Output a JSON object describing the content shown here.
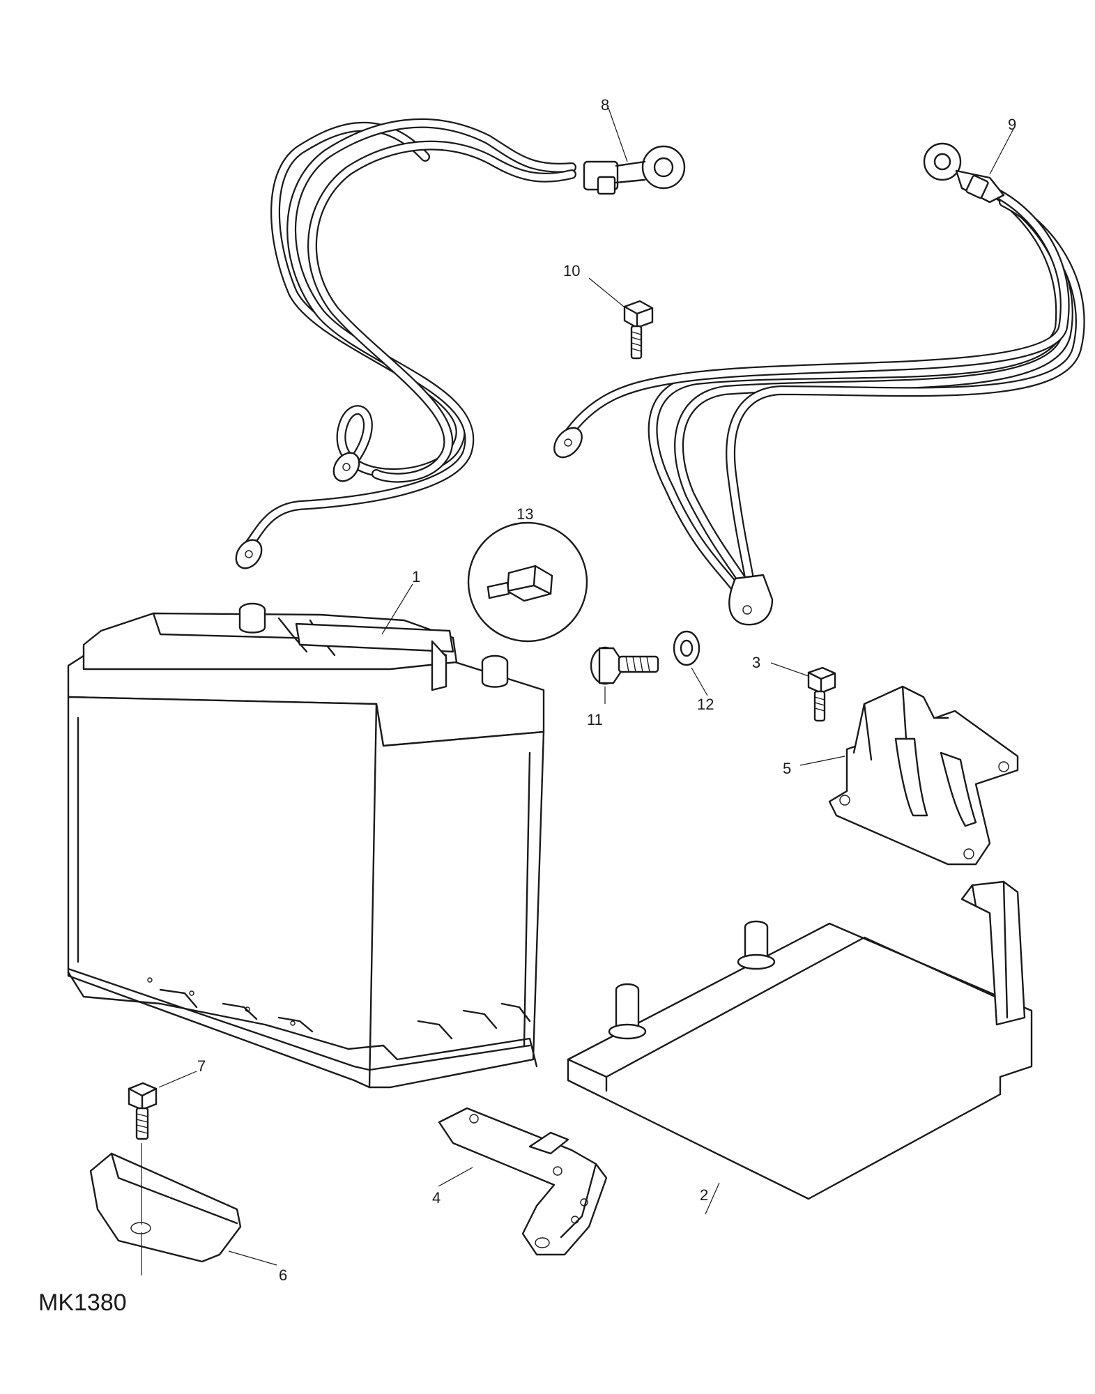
{
  "drawing": {
    "reference_code": "MK1380",
    "callouts": [
      {
        "id": "callout-1",
        "label": "1"
      },
      {
        "id": "callout-2",
        "label": "2"
      },
      {
        "id": "callout-3",
        "label": "3"
      },
      {
        "id": "callout-4",
        "label": "4"
      },
      {
        "id": "callout-5",
        "label": "5"
      },
      {
        "id": "callout-6",
        "label": "6"
      },
      {
        "id": "callout-7",
        "label": "7"
      },
      {
        "id": "callout-8",
        "label": "8"
      },
      {
        "id": "callout-9",
        "label": "9"
      },
      {
        "id": "callout-10",
        "label": "10"
      },
      {
        "id": "callout-11",
        "label": "11"
      },
      {
        "id": "callout-12",
        "label": "12"
      },
      {
        "id": "callout-13",
        "label": "13"
      }
    ]
  }
}
